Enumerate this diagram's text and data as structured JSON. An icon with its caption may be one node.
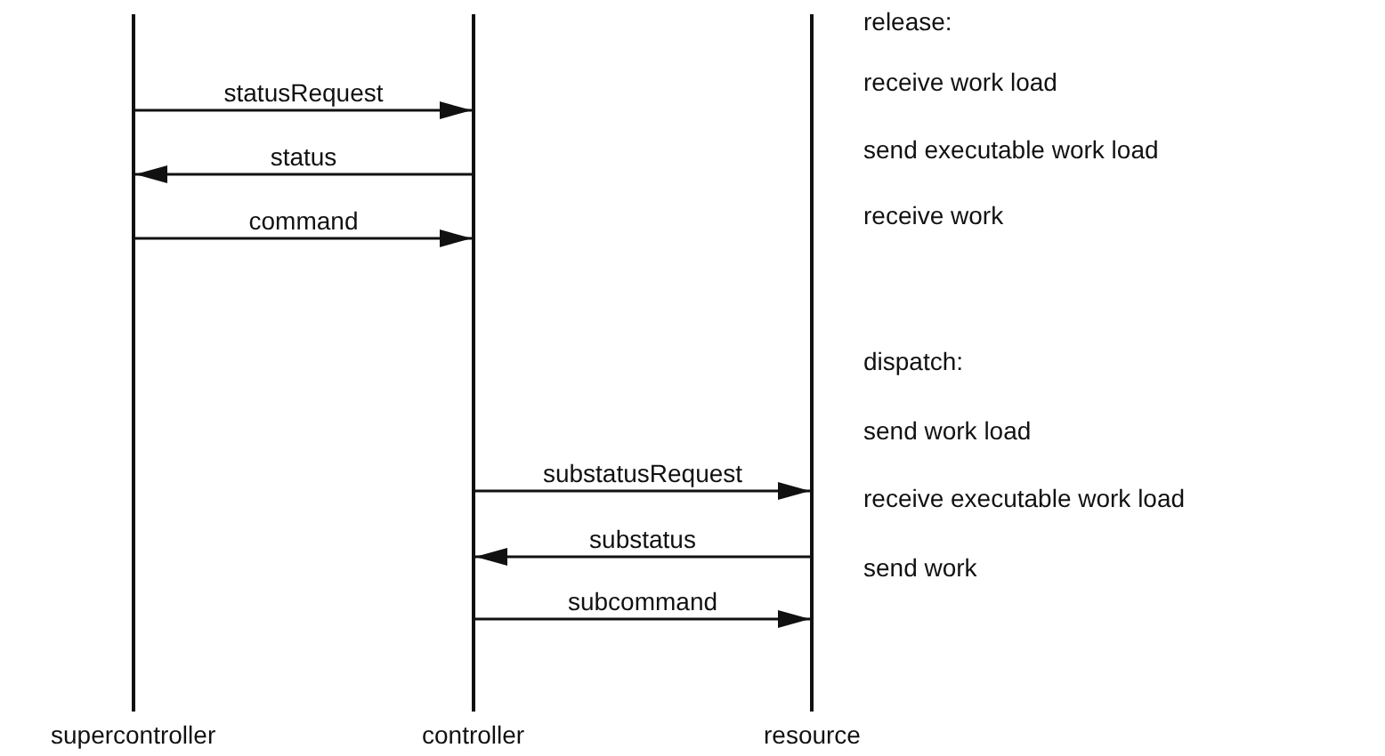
{
  "diagram": {
    "nodes": [
      {
        "text": [],
        "shape": "bar",
        "beside": [
          "supercontroller"
        ]
      },
      {
        "text": [],
        "shape": "bar",
        "beside": [
          "controller"
        ]
      },
      {
        "text": [],
        "shape": "bar",
        "beside": [
          "resource"
        ]
      }
    ],
    "edges": [
      {
        "from": 0,
        "to": 1,
        "arrow": "to",
        "label": "statusRequest"
      },
      {
        "from": 1,
        "to": 0,
        "arrow": "to",
        "label": "status"
      },
      {
        "from": 0,
        "to": 1,
        "arrow": "to",
        "label": "command"
      },
      {
        "from": 1,
        "to": 2,
        "arrow": "to",
        "label": "substatusRequest"
      },
      {
        "from": 2,
        "to": 1,
        "arrow": "to",
        "label": "substatus"
      },
      {
        "from": 1,
        "to": 2,
        "arrow": "to",
        "label": "subcommand"
      }
    ],
    "labels": [
      "release:",
      "receive work load",
      "send executable work load",
      "receive work",
      "dispatch:",
      "send work load",
      "receive executable work load",
      "send work"
    ]
  }
}
